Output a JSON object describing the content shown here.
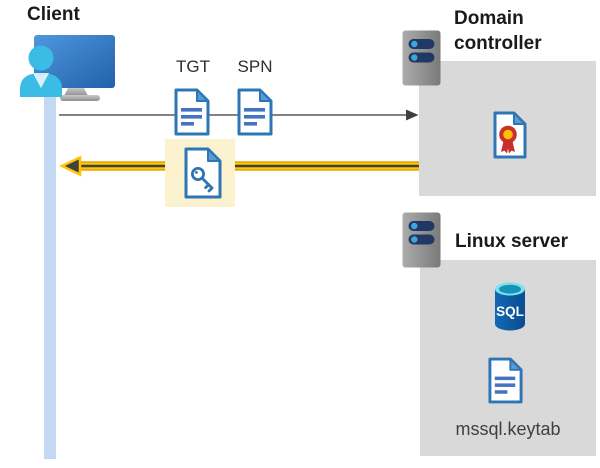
{
  "client": {
    "label": "Client"
  },
  "tickets": {
    "tgt": "TGT",
    "spn": "SPN"
  },
  "domain_controller": {
    "label": "Domain controller"
  },
  "linux_server": {
    "label": "Linux server",
    "sql": "SQL",
    "keytab": "mssql.keytab"
  },
  "colors": {
    "highlight_yellow": "#ffc600",
    "arrow_dark": "#404040",
    "arrow_gray": "#595959",
    "box_gray": "#d9d9d9",
    "lifeline_blue": "#c3d9f3",
    "doc_border_blue": "#2e75b6",
    "doc_fold_blue": "#5b9bd5",
    "person_cyan": "#3abce4",
    "sql_body_blue": "#0d5ea8",
    "cert_red": "#c9302c",
    "cert_yellow": "#ffc000",
    "highlight_bg": "#fbf3cf"
  }
}
